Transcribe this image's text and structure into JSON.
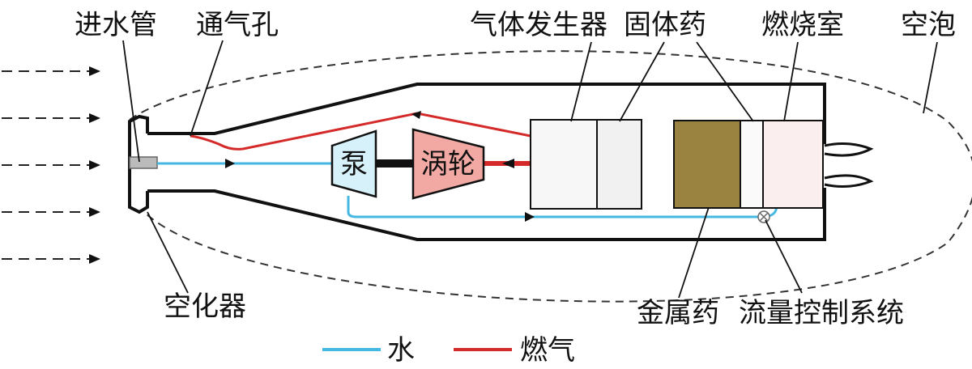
{
  "labels": {
    "inlet_pipe": "进水管",
    "vent_hole": "通气孔",
    "gas_generator": "气体发生器",
    "solid_propellant": "固体药",
    "combustion_chamber": "燃烧室",
    "cavity_bubble": "空泡",
    "cavitator": "空化器",
    "metal_propellant": "金属药",
    "flow_control_system": "流量控制系统",
    "pump": "泵",
    "turbine": "涡轮"
  },
  "legend": {
    "water": "水",
    "gas": "燃气"
  },
  "colors": {
    "water_line": "#44b8e0",
    "gas_line": "#d42a2a",
    "pump_fill": "#d6f1f9",
    "turbine_fill": "#f2a9a4",
    "metal_fill": "#9a8340",
    "chamber_fill": "#fbeeee",
    "generator_fill": "#f7f7f7",
    "outline": "#111111"
  },
  "incoming_flow_arrow_count": 5
}
